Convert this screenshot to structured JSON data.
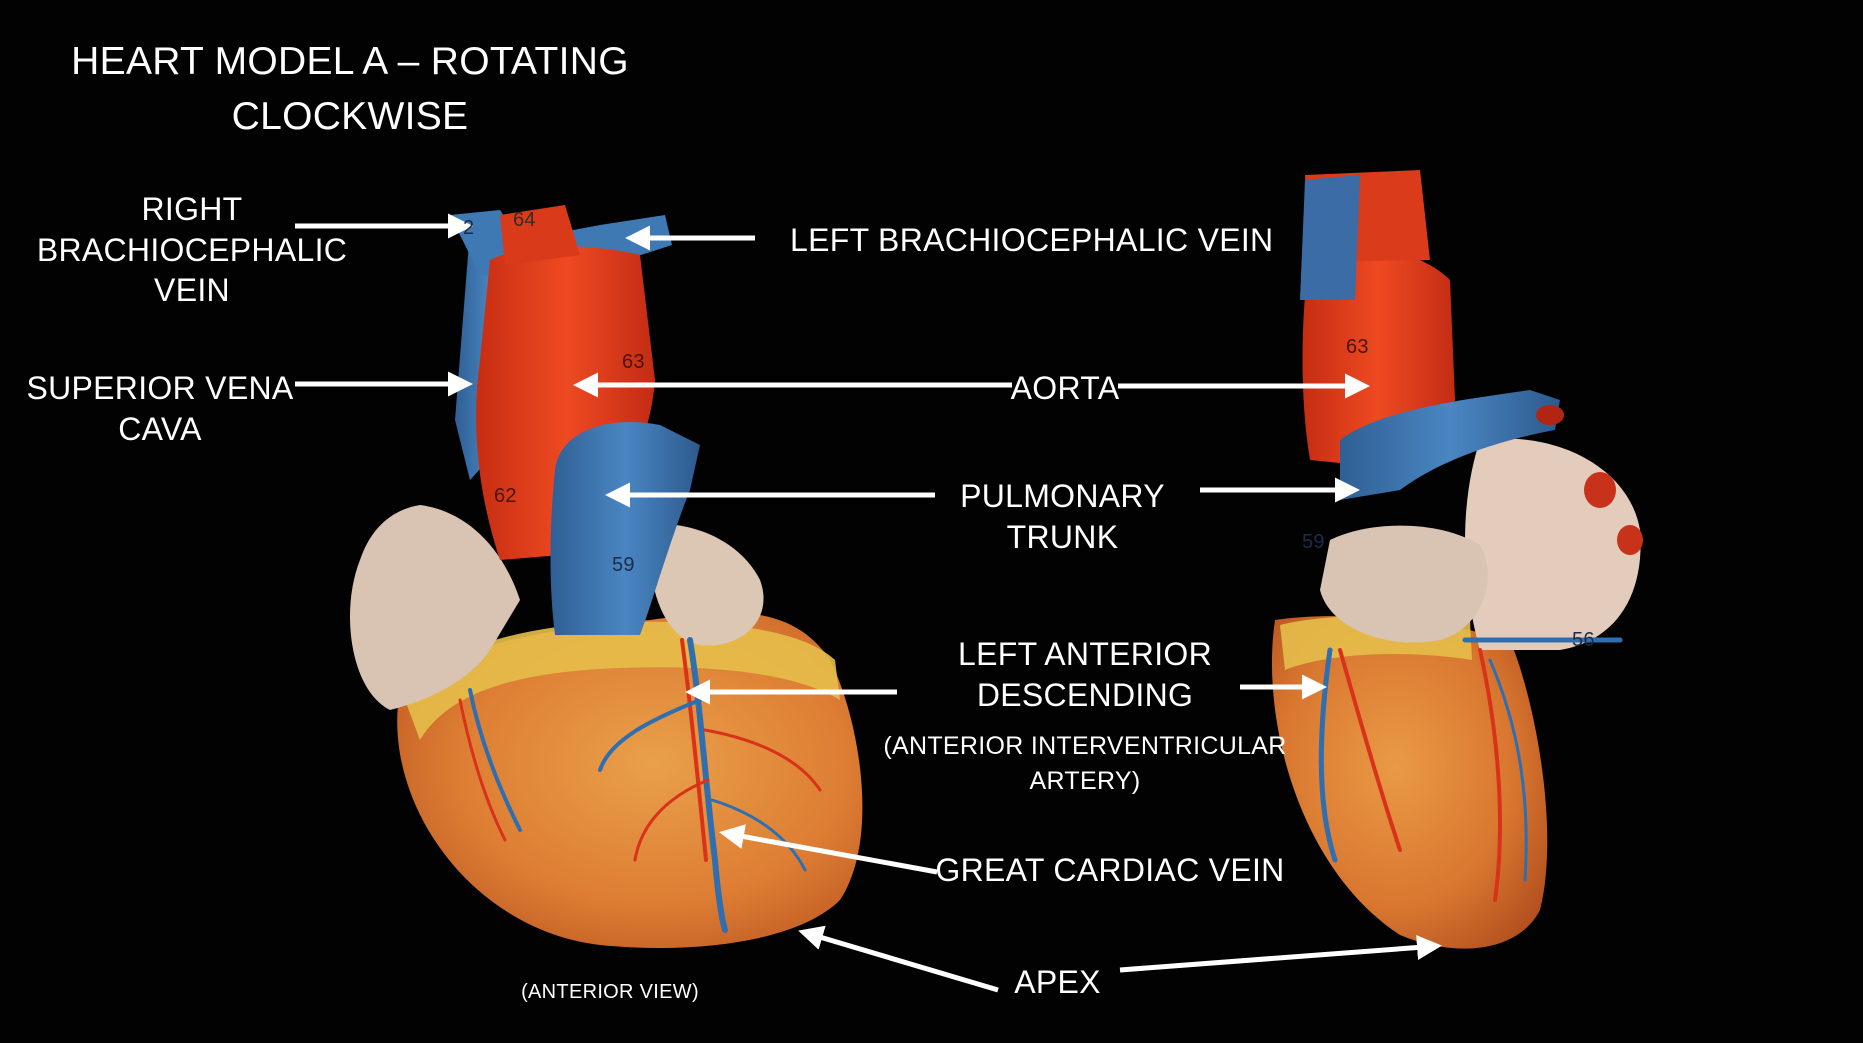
{
  "title_line1": "HEART MODEL A – ROTATING",
  "title_line2": "CLOCKWISE",
  "labels": {
    "right_brachiocephalic_vein": [
      "RIGHT",
      "BRACHIOCEPHALIC",
      "VEIN"
    ],
    "left_brachiocephalic_vein": "LEFT BRACHIOCEPHALIC VEIN",
    "superior_vena_cava": [
      "SUPERIOR VENA",
      "CAVA"
    ],
    "aorta": "AORTA",
    "pulmonary_trunk": [
      "PULMONARY",
      "TRUNK"
    ],
    "left_anterior_descending": [
      "LEFT ANTERIOR",
      "DESCENDING"
    ],
    "left_anterior_descending_sub": [
      "(ANTERIOR INTERVENTRICULAR",
      "ARTERY)"
    ],
    "great_cardiac_vein": "GREAT CARDIAC VEIN",
    "apex": "APEX",
    "view_caption": "(ANTERIOR VIEW)"
  },
  "model_numbers": {
    "left_heart": [
      "64",
      "2",
      "63",
      "62",
      "59"
    ],
    "right_heart": [
      "63",
      "59",
      "56"
    ]
  },
  "colors": {
    "background": "#020202",
    "vein_blue": "#3f79b4",
    "artery_red": "#e03c1a",
    "atrium_beige": "#d9c3b2",
    "ventricle_orange": "#e08a3a",
    "fat_yellow": "#e6be4a",
    "label_text": "#ffffff",
    "arrow": "#ffffff"
  }
}
